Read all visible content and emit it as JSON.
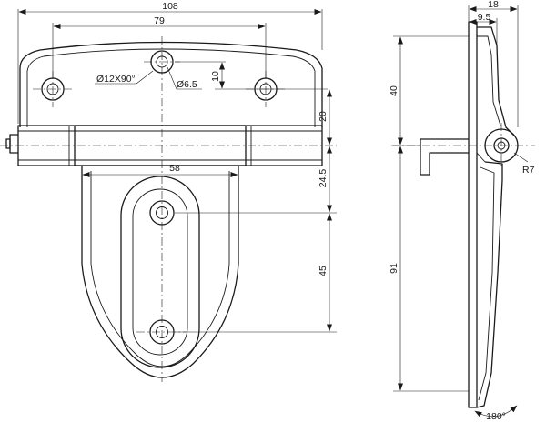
{
  "dimensions": {
    "overall_width": "108",
    "hole_spacing": "79",
    "counterbore": "Ø12X90°",
    "pivot_hole": "Ø6.5",
    "pivot_offset": "10",
    "leaf_to_axis": "20",
    "knuckle_width": "58",
    "axis_to_slot": "24.5",
    "slot_length": "45",
    "side_upper_height": "40",
    "side_lower_height": "91",
    "side_width": "18",
    "side_offset": "9.5",
    "knuckle_radius": "R7",
    "rotation": "180°"
  }
}
